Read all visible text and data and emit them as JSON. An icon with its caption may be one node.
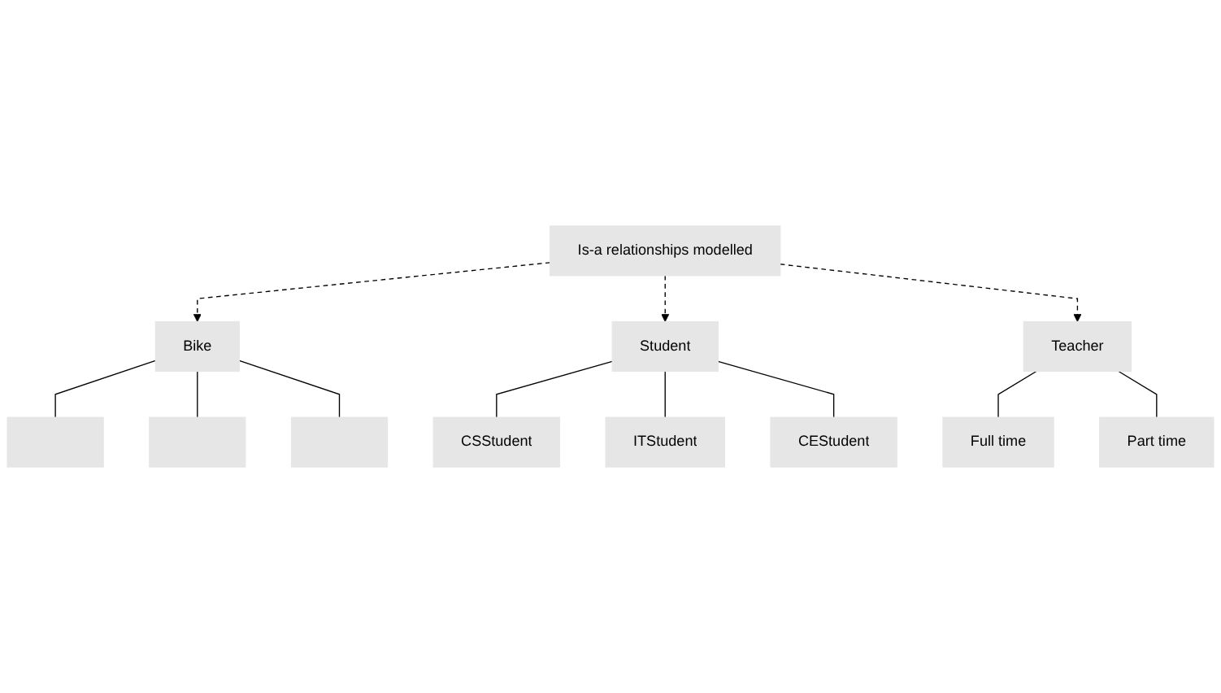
{
  "diagram": {
    "nodes": [
      {
        "text": [
          "Bike"
        ]
      },
      {
        "text": [],
        "shape": "box"
      },
      {
        "text": [],
        "shape": "box"
      },
      {
        "text": [],
        "shape": "box"
      },
      {
        "text": [
          "Is-a relationships modelled"
        ]
      },
      {
        "text": [
          "Student"
        ]
      },
      {
        "text": [
          "CSStudent"
        ]
      },
      {
        "text": [
          "ITStudent"
        ]
      },
      {
        "text": [
          "CEStudent"
        ]
      },
      {
        "text": [
          "Teacher"
        ]
      },
      {
        "text": [
          "Full time"
        ]
      },
      {
        "text": [
          "Part time"
        ]
      }
    ],
    "edges": [
      {
        "from": 0,
        "to": 1,
        "arrow": "none"
      },
      {
        "from": 0,
        "to": 2,
        "arrow": "none"
      },
      {
        "from": 0,
        "to": 3,
        "arrow": "none"
      },
      {
        "from": 4,
        "to": 0,
        "arrow": "to",
        "style": "dashed"
      },
      {
        "from": 4,
        "to": 5,
        "arrow": "to",
        "style": "dashed"
      },
      {
        "from": 4,
        "to": 9,
        "arrow": "to",
        "style": "dashed"
      },
      {
        "from": 5,
        "to": 6,
        "arrow": "none"
      },
      {
        "from": 5,
        "to": 7,
        "arrow": "none"
      },
      {
        "from": 5,
        "to": 8,
        "arrow": "none"
      },
      {
        "from": 9,
        "to": 10,
        "arrow": "none"
      },
      {
        "from": 9,
        "to": 11,
        "arrow": "none"
      }
    ]
  }
}
